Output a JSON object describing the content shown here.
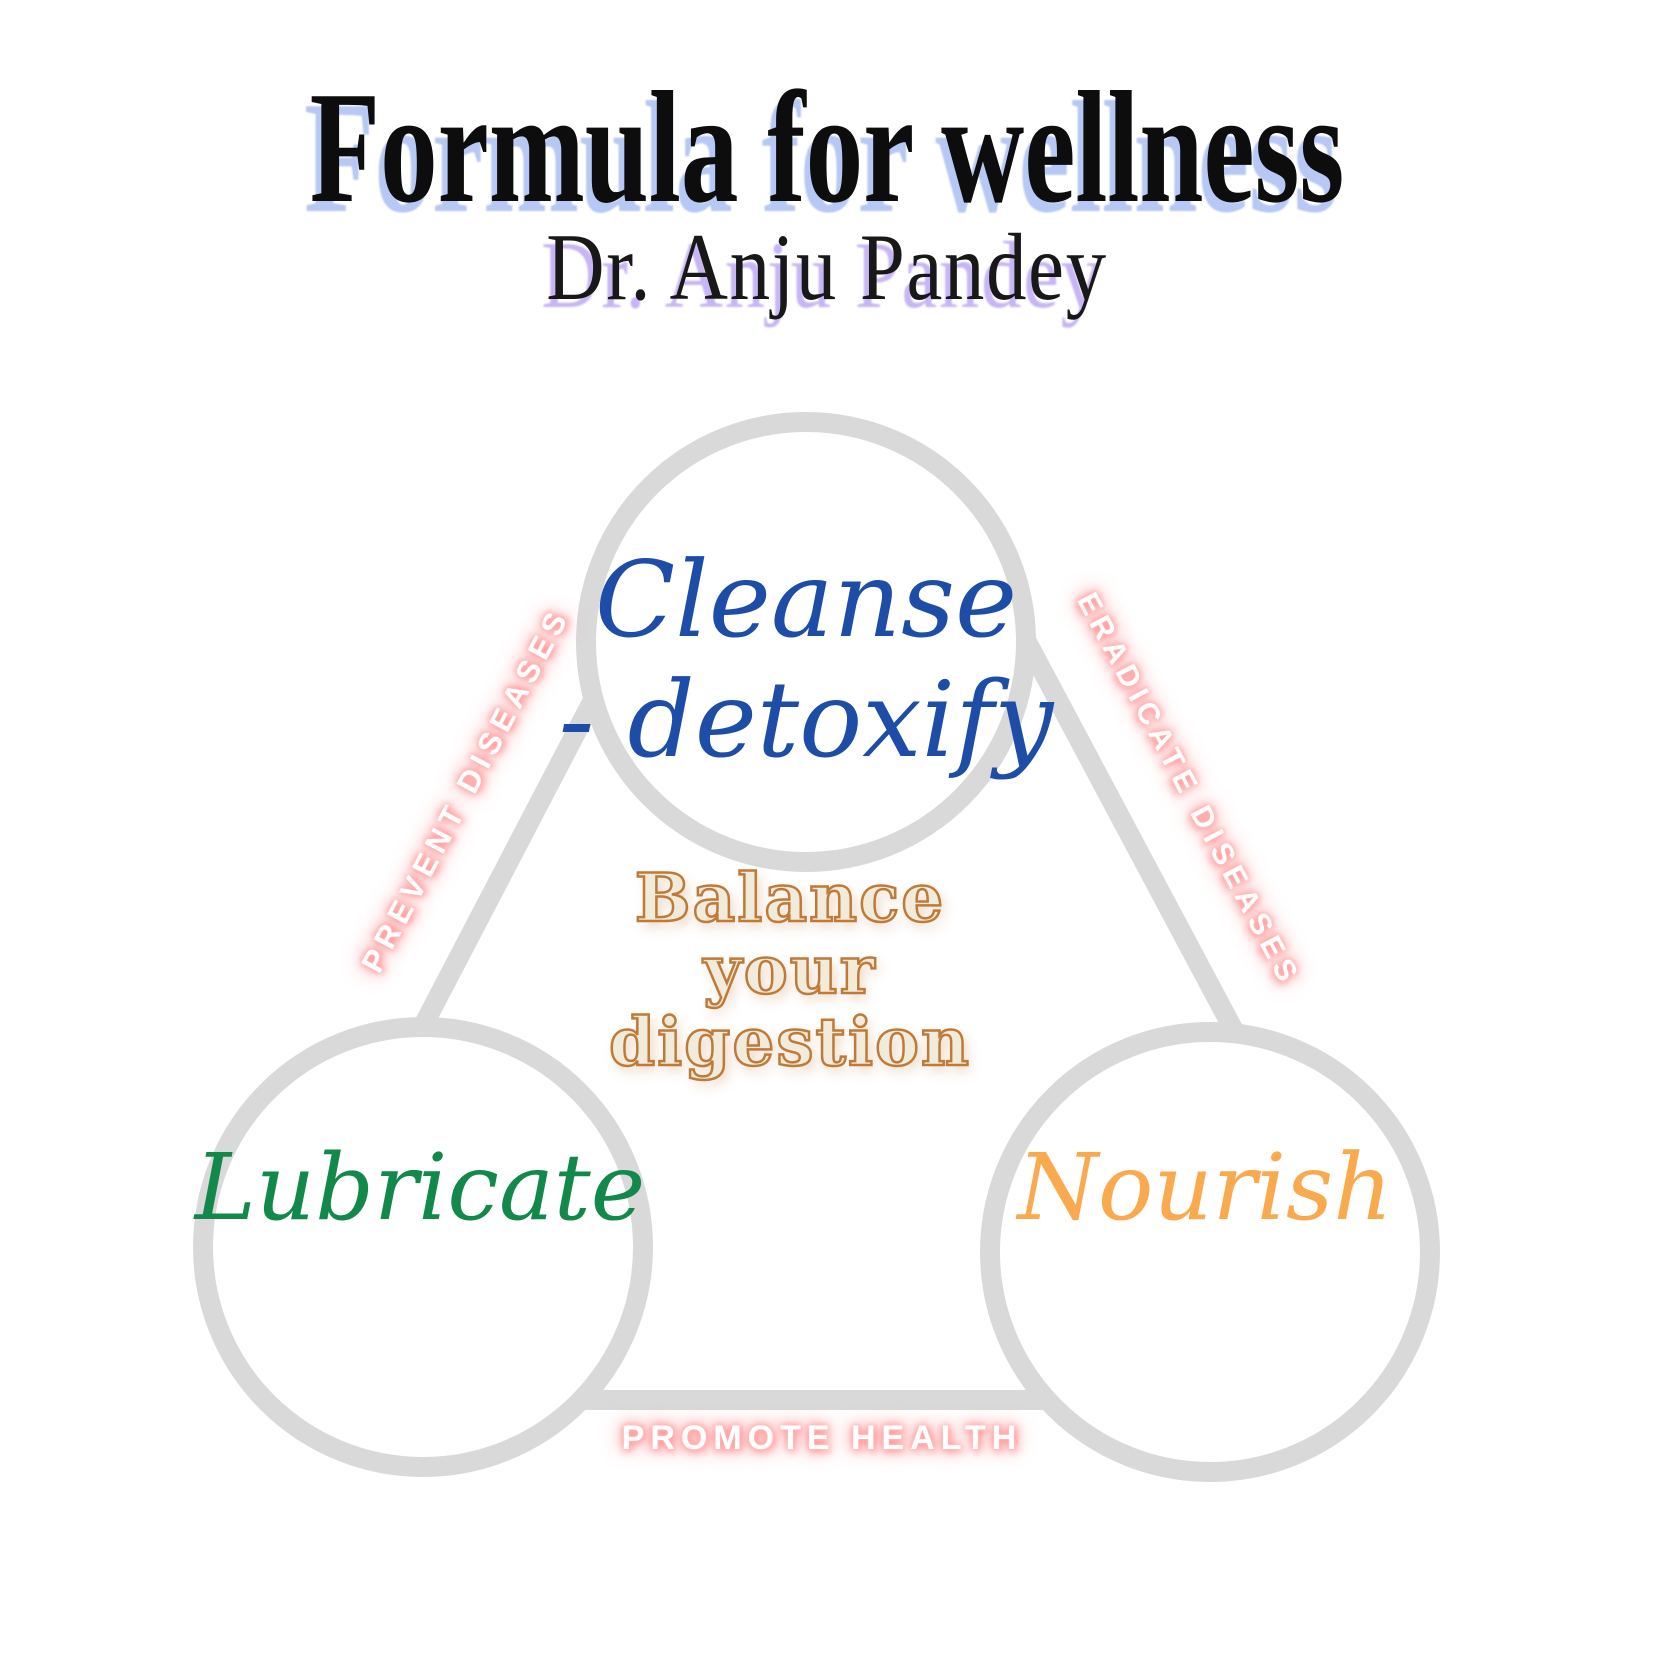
{
  "header": {
    "title": "Formula for wellness",
    "subtitle": "Dr. Anju Pandey"
  },
  "nodes": {
    "cleanse": {
      "line1": "Cleanse",
      "line2": "- detoxify",
      "color": "#1d4da6"
    },
    "lubricate": {
      "label": "Lubricate",
      "color": "#12894a"
    },
    "nourish": {
      "label": "Nourish",
      "color": "#f9a94e"
    }
  },
  "center": {
    "line1": "Balance",
    "line2": "your",
    "line3": "digestion",
    "fill_color": "#f1ebdc",
    "outline_color": "#c07a38"
  },
  "edges": {
    "left": {
      "label": "PREVENT DISEASES"
    },
    "right": {
      "label": "ERADICATE DISEASES"
    },
    "bottom": {
      "label": "PROMOTE HEALTH"
    }
  },
  "colors": {
    "background": "#ffffff",
    "circle_stroke": "#d9d9d9",
    "glow_pink": "#ff8c8c",
    "title_shadow": "#b6c8f3",
    "subtitle_shadow": "#c8b6f4"
  }
}
